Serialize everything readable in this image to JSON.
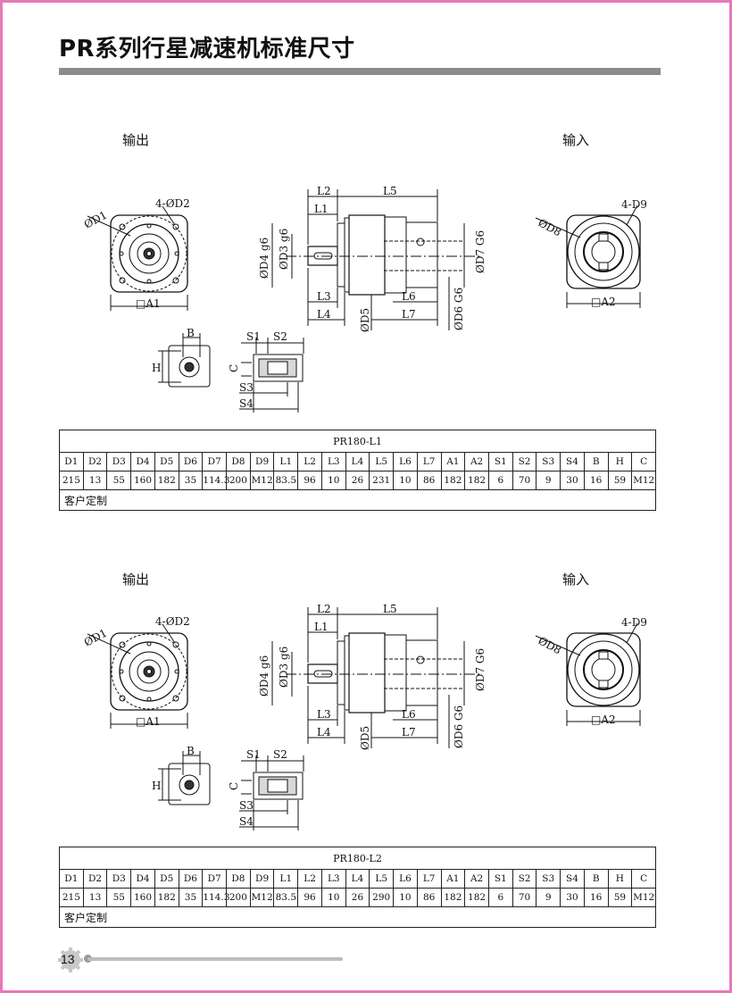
{
  "page": {
    "title": "PR系列行星减速机标准尺寸",
    "number": "13"
  },
  "drawing": {
    "d1": "ØD1",
    "d2_4": "4-ØD2",
    "a1": "□A1",
    "l1": "L1",
    "l2": "L2",
    "l3": "L3",
    "l4": "L4",
    "l5": "L5",
    "l6": "L6",
    "l7": "L7",
    "d3": "ØD3 g6",
    "d4": "ØD4 g6",
    "d5": "ØD5",
    "d6": "ØD6 G6",
    "d7": "ØD7 G6",
    "d8": "ØD8",
    "d9_4": "4-D9",
    "a2": "□A2",
    "b": "B",
    "h": "H",
    "c": "C",
    "s1": "S1",
    "s2": "S2",
    "s3": "S3",
    "s4": "S4"
  },
  "table_headers": [
    "D1",
    "D2",
    "D3",
    "D4",
    "D5",
    "D6",
    "D7",
    "D8",
    "D9",
    "L1",
    "L2",
    "L3",
    "L4",
    "L5",
    "L6",
    "L7",
    "A1",
    "A2",
    "S1",
    "S2",
    "S3",
    "S4",
    "B",
    "H",
    "C"
  ],
  "sections": [
    {
      "output_label": "输出",
      "input_label": "输入",
      "model": "PR180-L1",
      "values": [
        "215",
        "13",
        "55",
        "160",
        "182",
        "35",
        "114.3",
        "200",
        "M12",
        "83.5",
        "96",
        "10",
        "26",
        "231",
        "10",
        "86",
        "182",
        "182",
        "6",
        "70",
        "9",
        "30",
        "16",
        "59",
        "M12"
      ],
      "custom_note": "客户定制"
    },
    {
      "output_label": "输出",
      "input_label": "输入",
      "model": "PR180-L2",
      "values": [
        "215",
        "13",
        "55",
        "160",
        "182",
        "35",
        "114.3",
        "200",
        "M12",
        "83.5",
        "96",
        "10",
        "26",
        "290",
        "10",
        "86",
        "182",
        "182",
        "6",
        "70",
        "9",
        "30",
        "16",
        "59",
        "M12"
      ],
      "custom_note": "客户定制"
    }
  ]
}
